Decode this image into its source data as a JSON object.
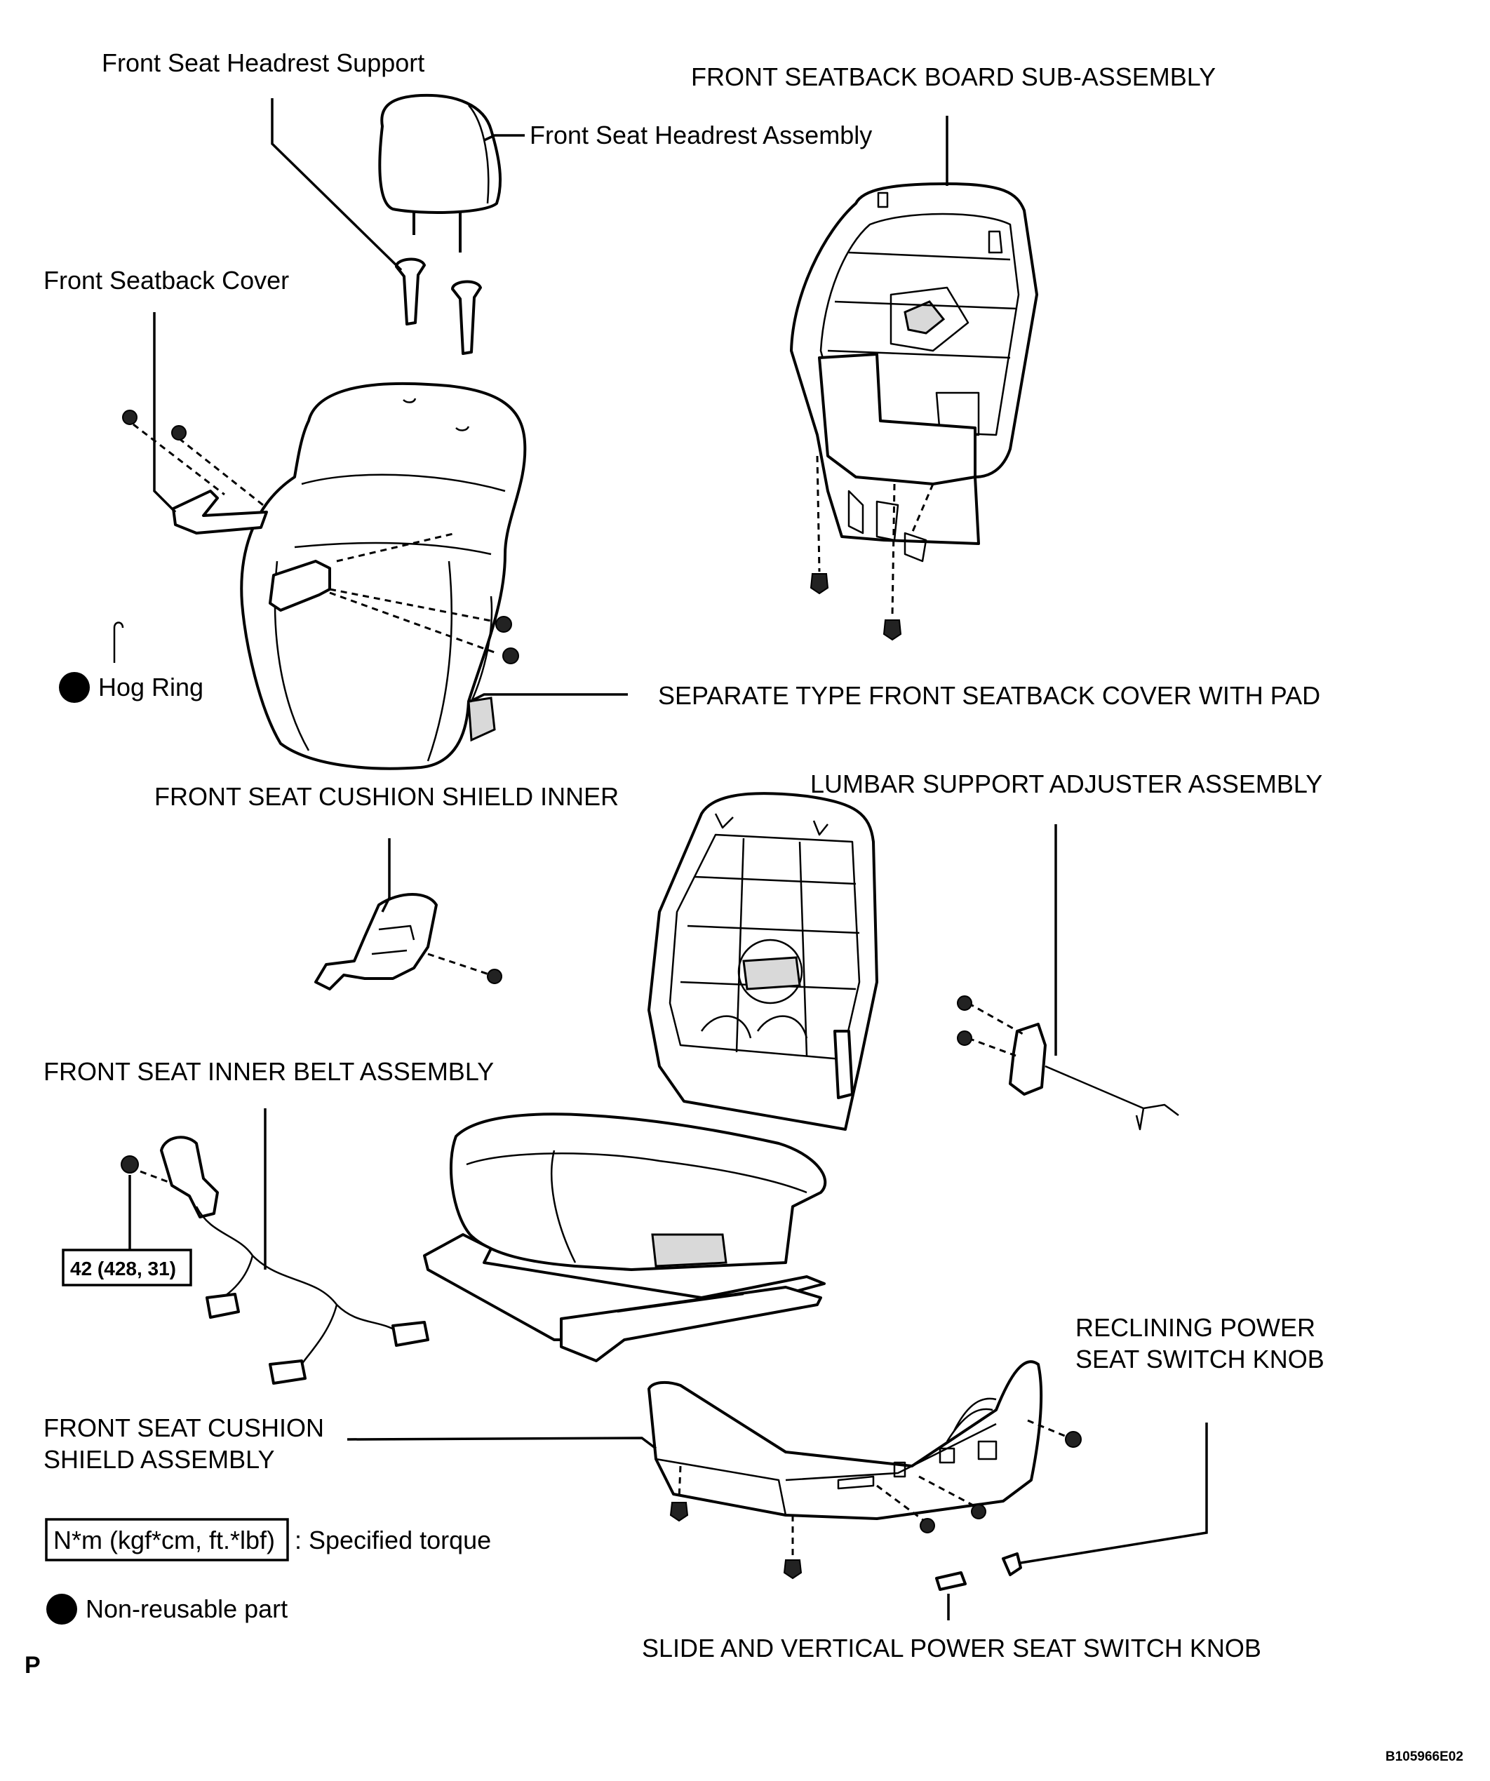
{
  "labels": {
    "headrest_support": "Front Seat Headrest Support",
    "headrest_assembly": "Front Seat Headrest Assembly",
    "seatback_board": "FRONT SEATBACK BOARD SUB-ASSEMBLY",
    "seatback_cover": "Front Seatback Cover",
    "hog_ring": "Hog Ring",
    "separate_cover": "SEPARATE TYPE FRONT SEATBACK COVER WITH PAD",
    "cushion_shield_inner": "FRONT SEAT CUSHION SHIELD INNER",
    "lumbar_adjuster": "LUMBAR SUPPORT ADJUSTER ASSEMBLY",
    "inner_belt": "FRONT SEAT INNER BELT ASSEMBLY",
    "torque_value": "42 (428, 31)",
    "reclining_knob_line1": "RECLINING POWER",
    "reclining_knob_line2": "SEAT SWITCH KNOB",
    "cushion_shield_line1": "FRONT SEAT CUSHION",
    "cushion_shield_line2": "SHIELD ASSEMBLY",
    "slide_vertical_knob": "SLIDE AND VERTICAL POWER SEAT SWITCH KNOB"
  },
  "legend": {
    "torque_unit": "N*m (kgf*cm, ft.*lbf)",
    "torque_text": ": Specified torque",
    "non_reusable": "Non-reusable part"
  },
  "corner_mark": "P",
  "figure_code": "B105966E02"
}
